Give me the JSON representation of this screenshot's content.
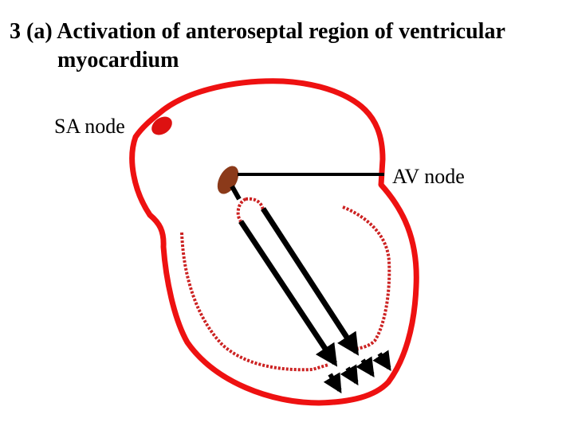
{
  "title": {
    "line1": "3 (a) Activation of anteroseptal region of ventricular",
    "line2": "myocardium"
  },
  "labels": {
    "sa_node": "SA node",
    "av_node": "AV node"
  },
  "colors": {
    "heart_outline": "#ee1111",
    "dotted_line": "#cc2222",
    "sa_node_fill": "#dd1111",
    "av_node_fill": "#8b3a1a",
    "arrow": "#000000",
    "background": "#ffffff"
  },
  "icons": {
    "arrow_head": "filled-triangle"
  }
}
